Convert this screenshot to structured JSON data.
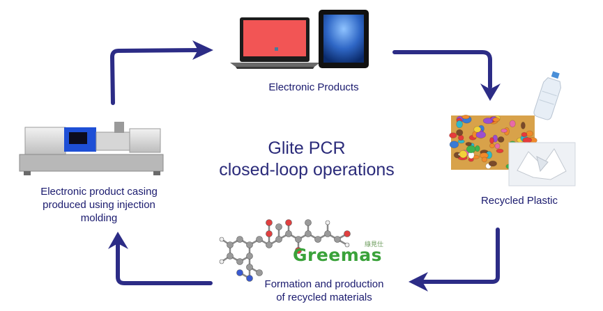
{
  "center_title": {
    "line1": "Glite PCR",
    "line2": "closed-loop operations"
  },
  "nodes": {
    "electronic_products": "Electronic Products",
    "recycled_plastic": "Recycled Plastic",
    "formation": {
      "line1": "Formation and production",
      "line2": "of recycled materials"
    },
    "casing": {
      "line1": "Electronic product casing",
      "line2": "produced using  injection",
      "line3": "molding"
    }
  },
  "logo": {
    "name": "Greemas",
    "chinese": "綠見仕"
  },
  "colors": {
    "arrow": "#2c2c86",
    "text": "#1a1a6e",
    "laptop_screen": "#f25555",
    "tablet_screen": "#2f67c6",
    "logo_green": "#3aa23a"
  },
  "icons": [
    "laptop-icon",
    "tablet-icon",
    "plastic-bottle-icon",
    "plastic-pellets-image",
    "crushed-plastic-image",
    "molecule-image",
    "injection-molding-machine-image",
    "greemas-logo"
  ]
}
